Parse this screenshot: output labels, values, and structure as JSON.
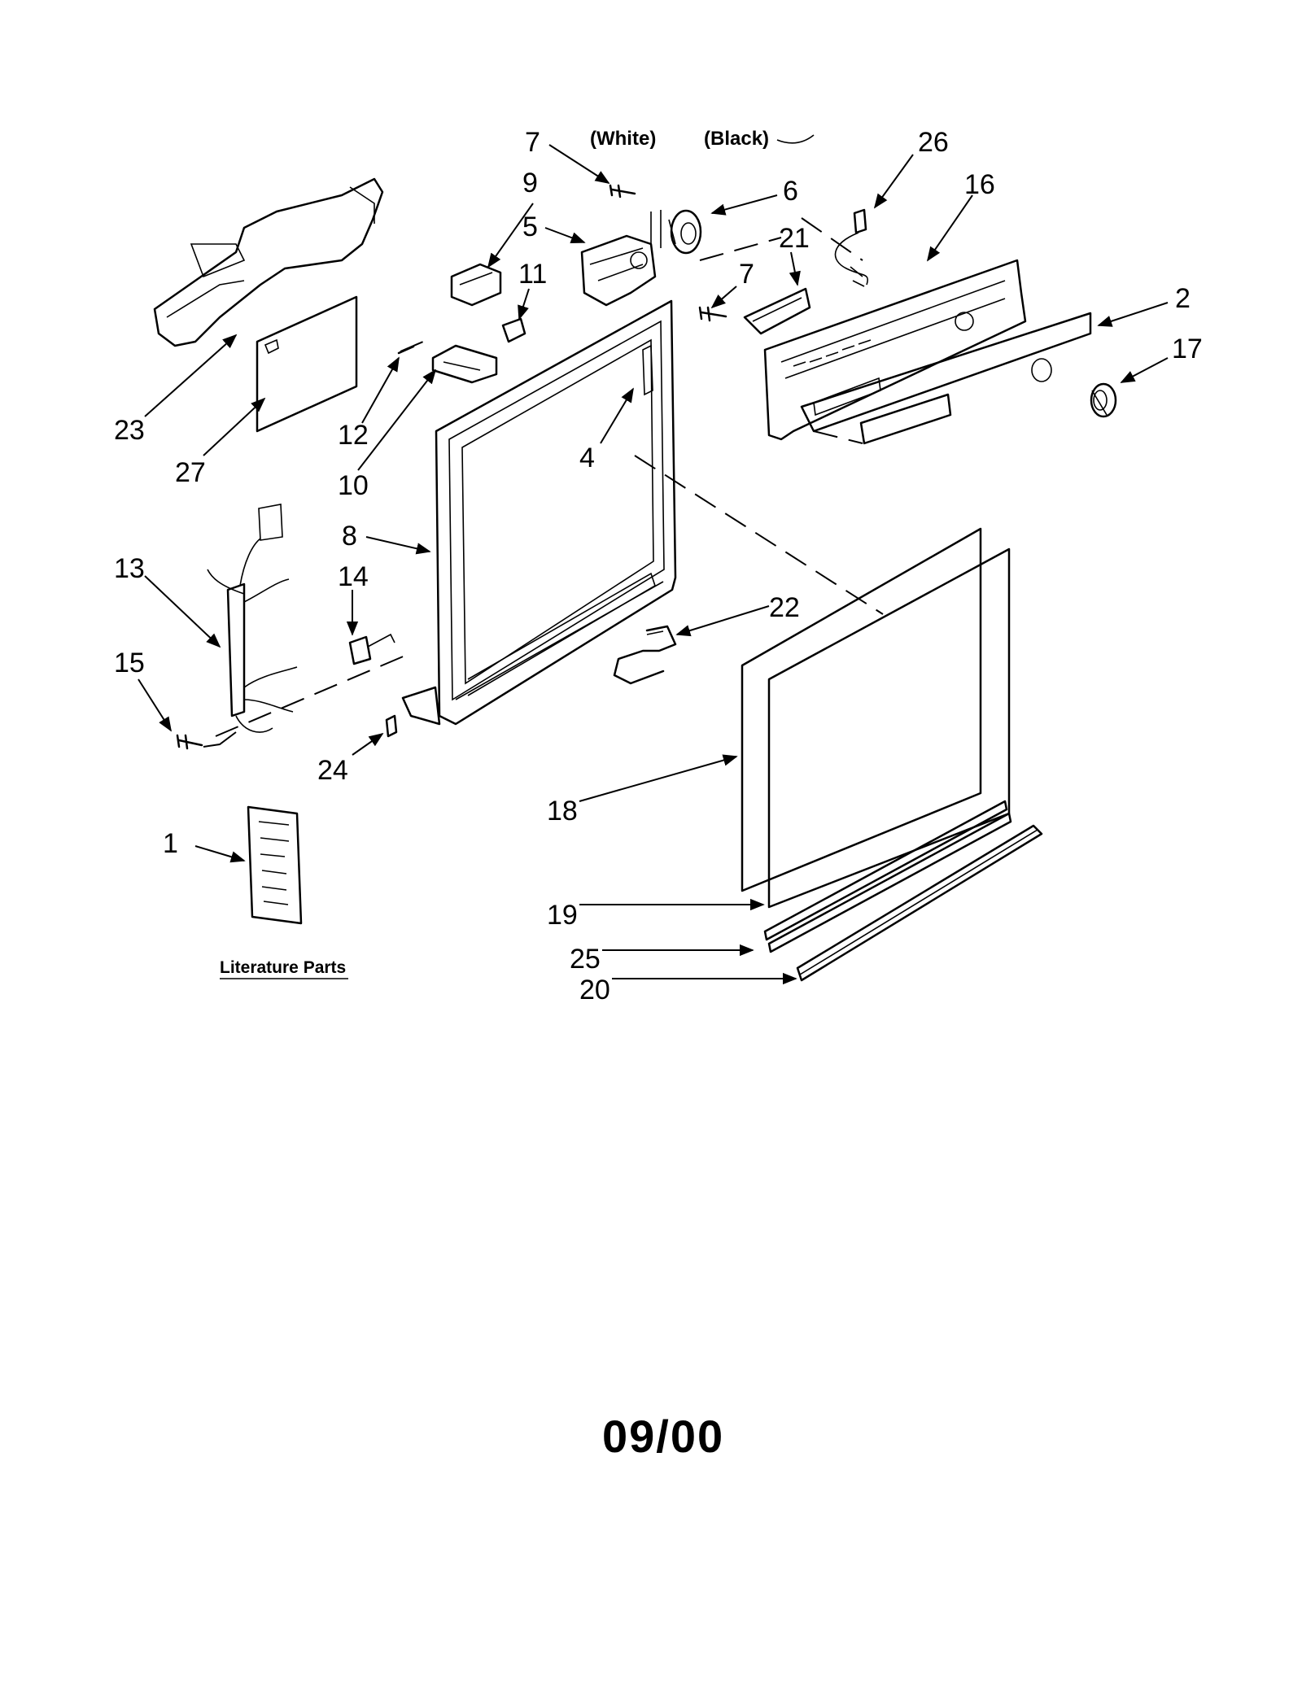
{
  "diagram": {
    "callouts": [
      "7",
      "26",
      "16",
      "6",
      "9",
      "5",
      "21",
      "11",
      "7",
      "2",
      "17",
      "23",
      "27",
      "12",
      "10",
      "4",
      "8",
      "13",
      "14",
      "22",
      "15",
      "24",
      "18",
      "1",
      "19",
      "25",
      "20"
    ],
    "wire_labels": {
      "white": "(White)",
      "black": "(Black)"
    },
    "literature_label": "Literature Parts",
    "date": "09/00"
  }
}
